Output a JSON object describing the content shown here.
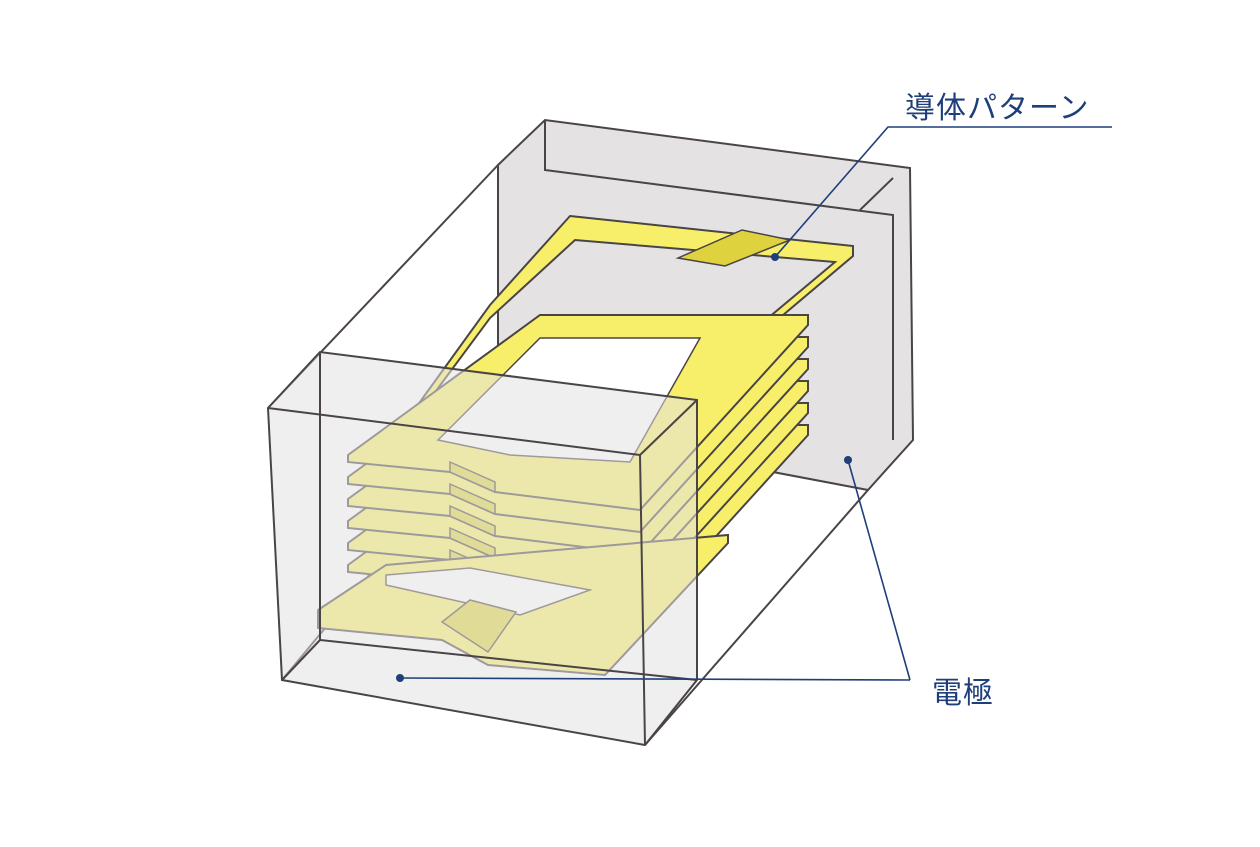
{
  "labels": {
    "conductor_pattern": "導体パターン",
    "electrode": "電極"
  },
  "colors": {
    "conductor_fill": "#f7ef6a",
    "conductor_side": "#e6d84a",
    "conductor_step": "#ded23e",
    "electrode_fill": "#e4e2e2",
    "edge": "#4a4446",
    "callout": "#1f3f7a"
  },
  "layers": {
    "stacked_count": 6
  }
}
